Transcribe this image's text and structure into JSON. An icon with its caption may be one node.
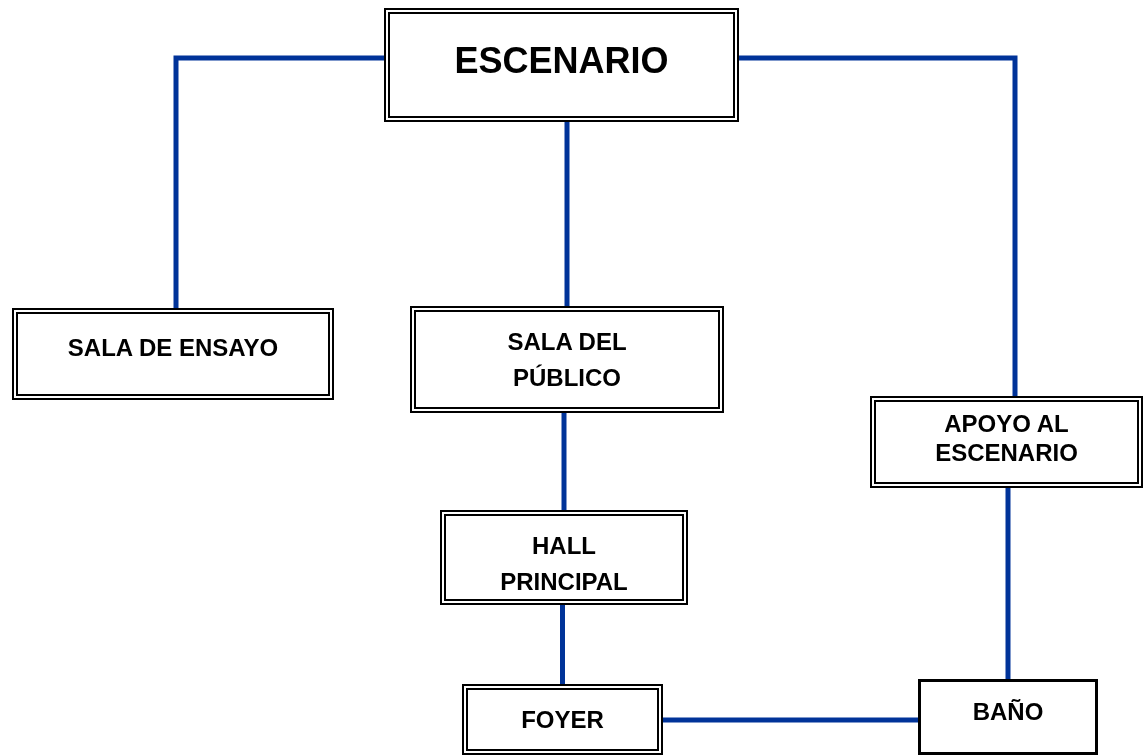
{
  "diagram": {
    "nodes": [
      {
        "text": [
          "ESCENARIO"
        ]
      },
      {
        "text": [
          "SALA DE ENSAYO"
        ]
      },
      {
        "text": [
          "SALA DEL PÚBLICO"
        ]
      },
      {
        "text": [
          "APOYO AL ESCENARIO"
        ]
      },
      {
        "text": [
          "HALL PRINCIPAL"
        ]
      },
      {
        "text": [
          "FOYER"
        ]
      },
      {
        "text": [
          "BAÑO"
        ]
      }
    ],
    "edges": [
      {
        "from": 0,
        "to": 1,
        "arrow": "none"
      },
      {
        "from": 0,
        "to": 2,
        "arrow": "none"
      },
      {
        "from": 0,
        "to": 3,
        "arrow": "none"
      },
      {
        "from": 2,
        "to": 4,
        "arrow": "none"
      },
      {
        "from": 4,
        "to": 5,
        "arrow": "none"
      },
      {
        "from": 5,
        "to": 6,
        "arrow": "none"
      },
      {
        "from": 3,
        "to": 6,
        "arrow": "none"
      }
    ]
  }
}
